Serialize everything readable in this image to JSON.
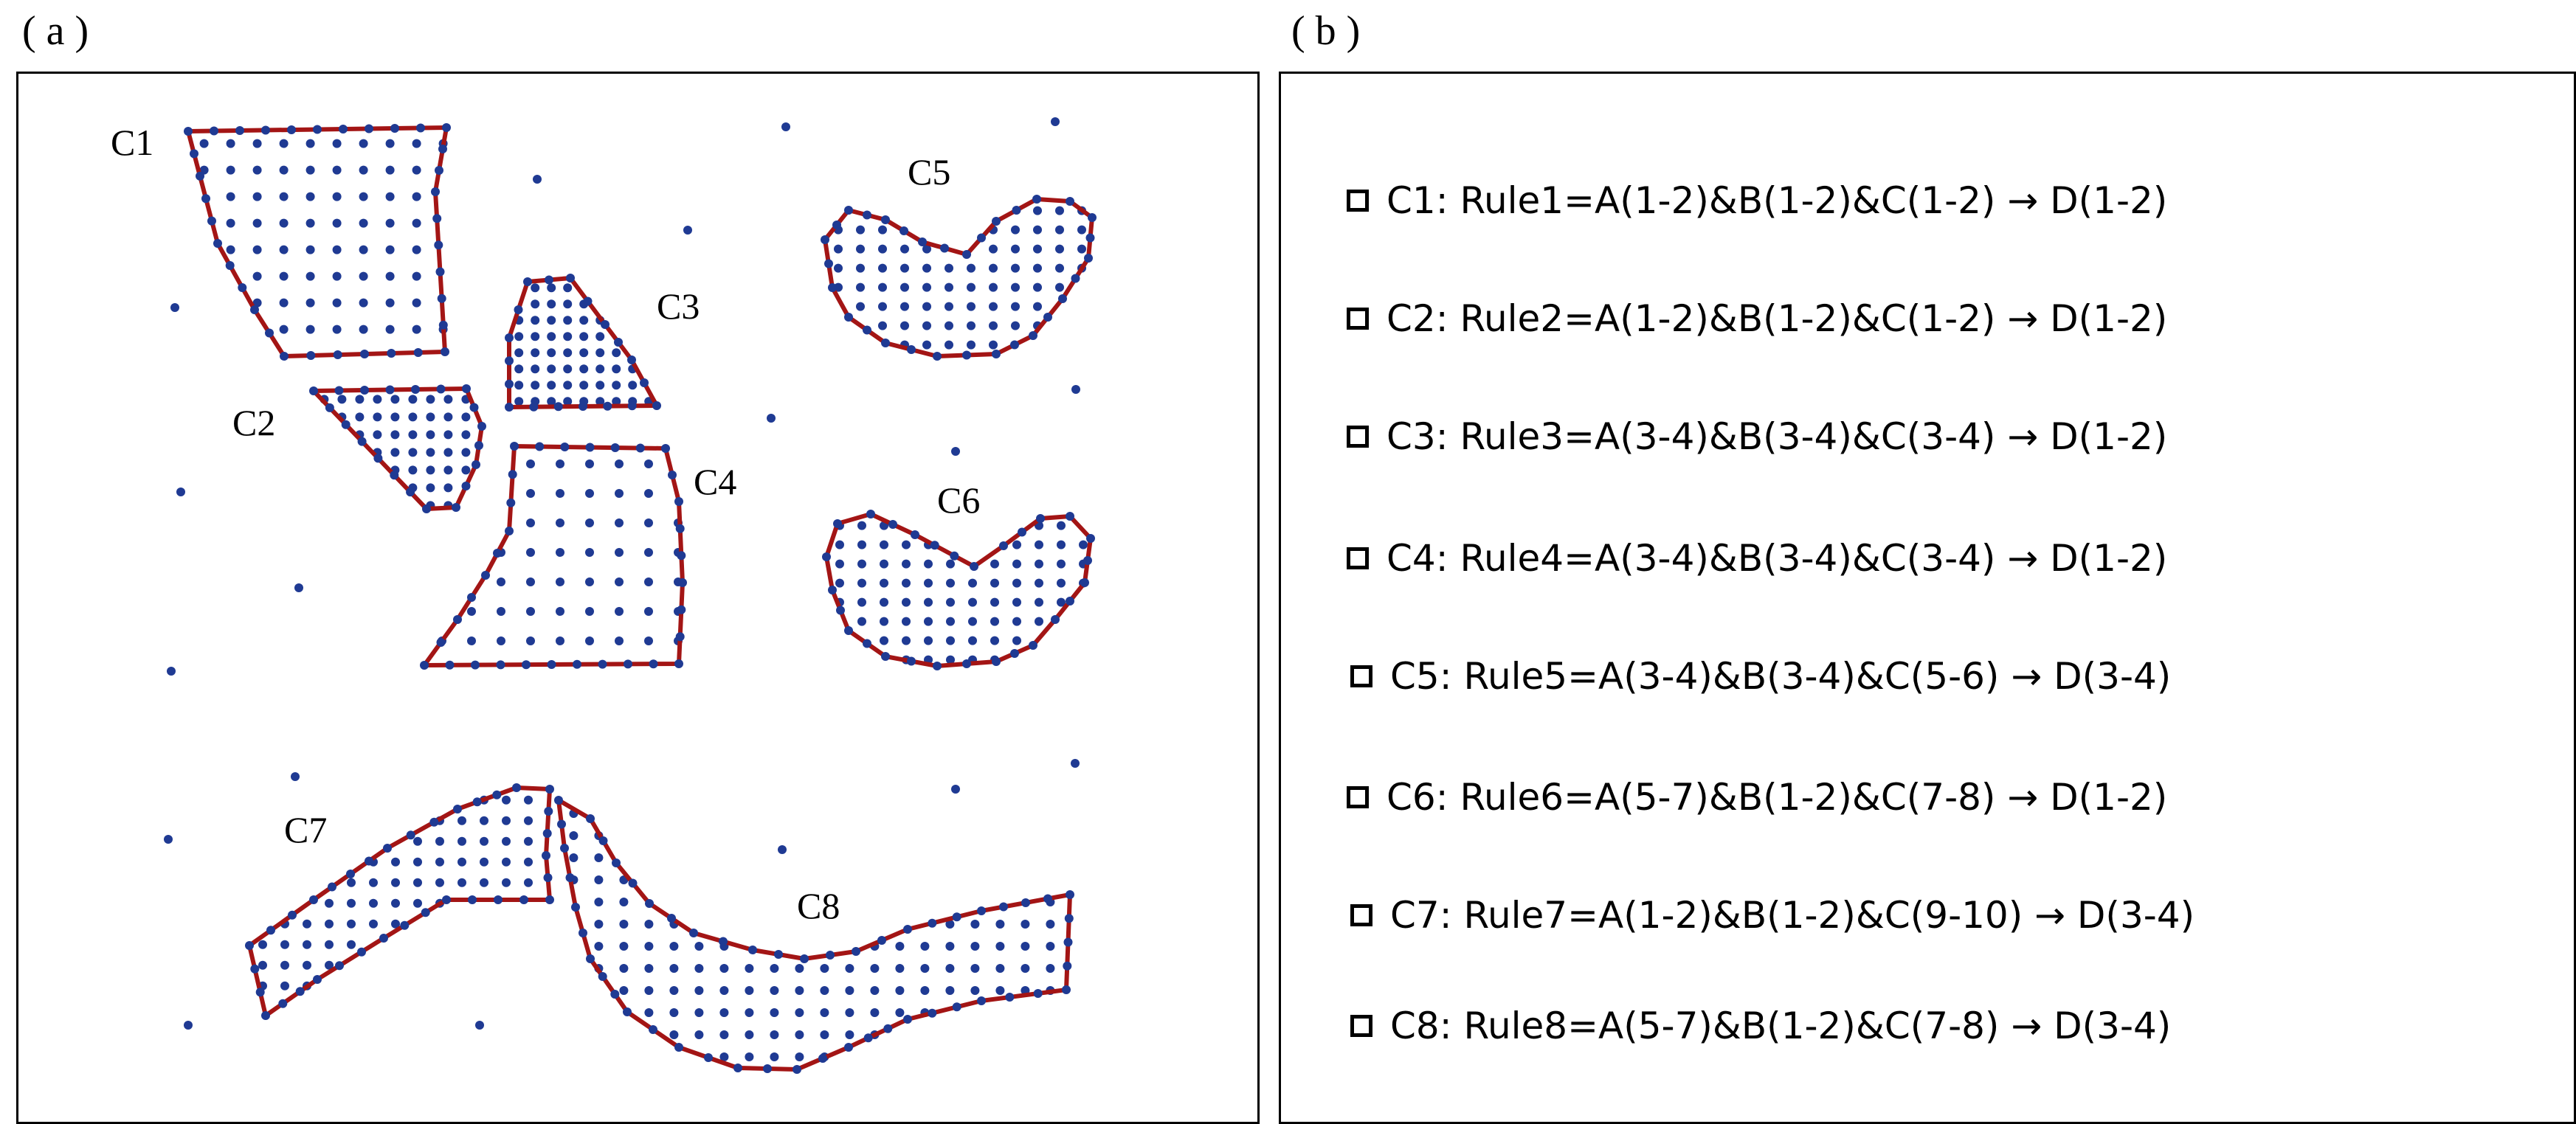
{
  "panel_a": {
    "label": "( a )",
    "clusters": [
      {
        "id": "C1",
        "label": "C1"
      },
      {
        "id": "C2",
        "label": "C2"
      },
      {
        "id": "C3",
        "label": "C3"
      },
      {
        "id": "C4",
        "label": "C4"
      },
      {
        "id": "C5",
        "label": "C5"
      },
      {
        "id": "C6",
        "label": "C6"
      },
      {
        "id": "C7",
        "label": "C7"
      },
      {
        "id": "C8",
        "label": "C8"
      }
    ]
  },
  "panel_b": {
    "label": "( b )",
    "rules": [
      "C1: Rule1=A(1-2)&B(1-2)&C(1-2) → D(1-2)",
      "C2: Rule2=A(1-2)&B(1-2)&C(1-2) → D(1-2)",
      "C3: Rule3=A(3-4)&B(3-4)&C(3-4) → D(1-2)",
      "C4: Rule4=A(3-4)&B(3-4)&C(3-4) → D(1-2)",
      "C5: Rule5=A(3-4)&B(3-4)&C(5-6) → D(3-4)",
      "C6: Rule6=A(5-7)&B(1-2)&C(7-8) → D(1-2)",
      "C7: Rule7=A(1-2)&B(1-2)&C(9-10) → D(3-4)",
      "C8: Rule8=A(5-7)&B(1-2)&C(7-8) → D(3-4)"
    ]
  },
  "colors": {
    "dot": "#1f3a93",
    "outline": "#a31515"
  }
}
